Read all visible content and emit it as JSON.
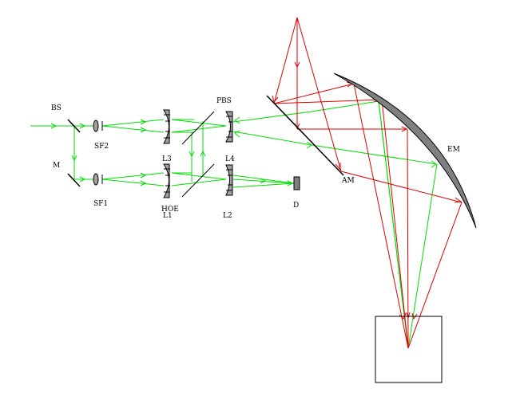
{
  "labels": {
    "bs": "BS",
    "m": "M",
    "sf2": "SF2",
    "sf1": "SF1",
    "l3": "L3",
    "hoe": "HOE",
    "l1": "L1",
    "pbs": "PBS",
    "l4": "L4",
    "l2": "L2",
    "d": "D",
    "am": "AM",
    "em": "EM"
  },
  "colors": {
    "green_beam": "#00dd00",
    "red_beam": "#dd0000",
    "mirror_fill": "#808080",
    "lens_fill": "#a0a0a0",
    "outline": "#000000"
  }
}
